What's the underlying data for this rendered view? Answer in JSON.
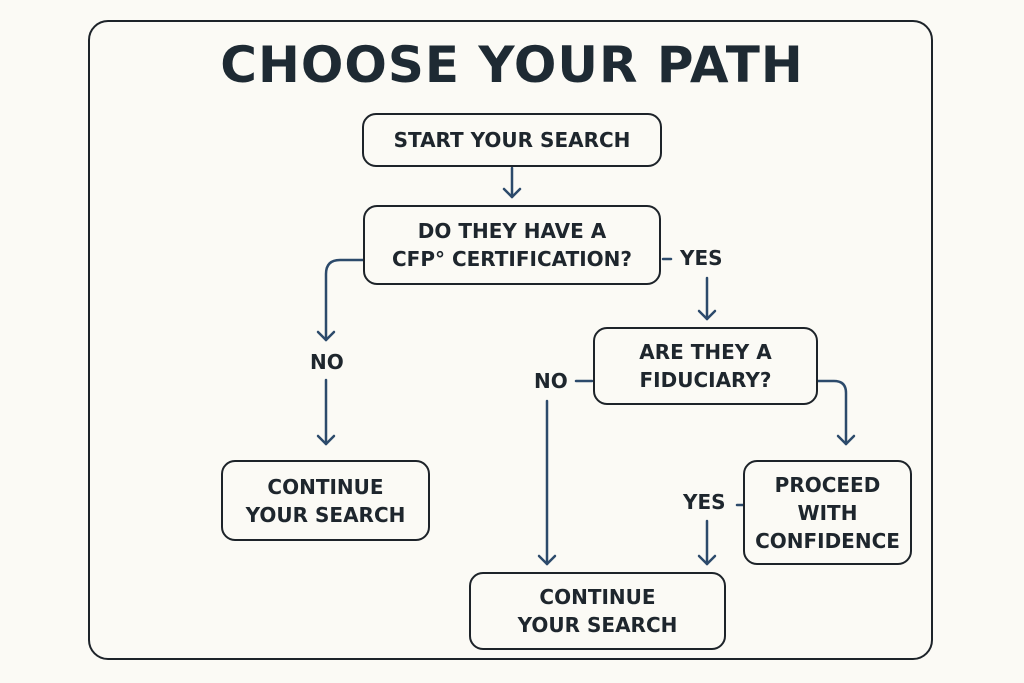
{
  "title": "CHOOSE YOUR PATH",
  "nodes": {
    "start": "START YOUR SEARCH",
    "cfp_question": [
      "DO THEY HAVE A",
      "CFP° CERTIFICATION?"
    ],
    "fiduciary_question": [
      "ARE THEY A",
      "FIDUCIARY?"
    ],
    "continue_left": [
      "CONTINUE",
      "YOUR SEARCH"
    ],
    "proceed": [
      "PROCEED",
      "WITH",
      "CONFIDENCE"
    ],
    "continue_bottom": [
      "CONTINUE",
      "YOUR SEARCH"
    ]
  },
  "edge_labels": {
    "cfp_yes": "YES",
    "cfp_no": "NO",
    "fiduciary_no": "NO",
    "proceed_yes": "YES"
  },
  "colors": {
    "connector": "#2c4a6b",
    "border": "#1d2329",
    "background": "#fbfaf5"
  }
}
